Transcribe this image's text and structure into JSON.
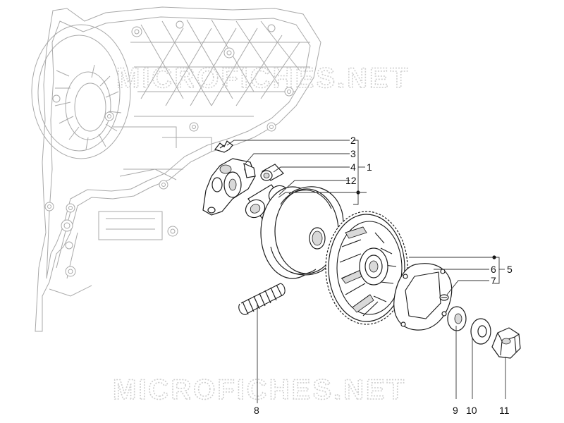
{
  "watermark": {
    "text": "MICROFICHES.NET"
  },
  "callouts": {
    "n1": "1",
    "n2": "2",
    "n3": "3",
    "n4": "4",
    "n5": "5",
    "n6": "6",
    "n7": "7",
    "n8": "8",
    "n9": "9",
    "n10": "10",
    "n11": "11",
    "n12": "12"
  },
  "colors": {
    "line": "#1c1c1c",
    "engine_case": "#a9a9a9",
    "watermark": "#cfcfcf"
  }
}
